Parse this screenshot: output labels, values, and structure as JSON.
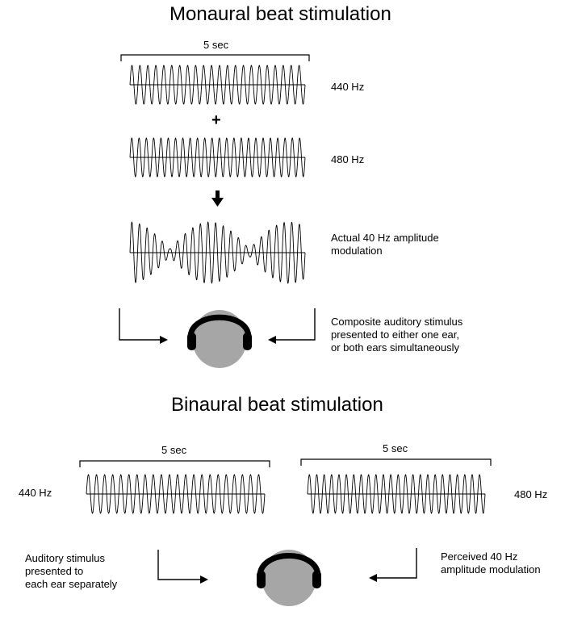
{
  "monaural": {
    "title": "Monaural beat stimulation",
    "duration": "5 sec",
    "tone1": "440 Hz",
    "plus_glyph": "+",
    "tone2": "480 Hz",
    "modulation_label": "Actual 40 Hz amplitude\nmodulation",
    "stimulus_label": "Composite auditory stimulus\npresented to either one ear,\nor both ears simultaneously"
  },
  "binaural": {
    "title": "Binaural beat stimulation",
    "left_duration": "5 sec",
    "right_duration": "5 sec",
    "left_tone": "440 Hz",
    "right_tone": "480 Hz",
    "left_label": "Auditory stimulus\npresented to\neach ear separately",
    "right_label": "Perceived 40 Hz\namplitude modulation"
  },
  "colors": {
    "head": "#a6a6a6",
    "headphones": "#000000",
    "line": "#000000"
  }
}
